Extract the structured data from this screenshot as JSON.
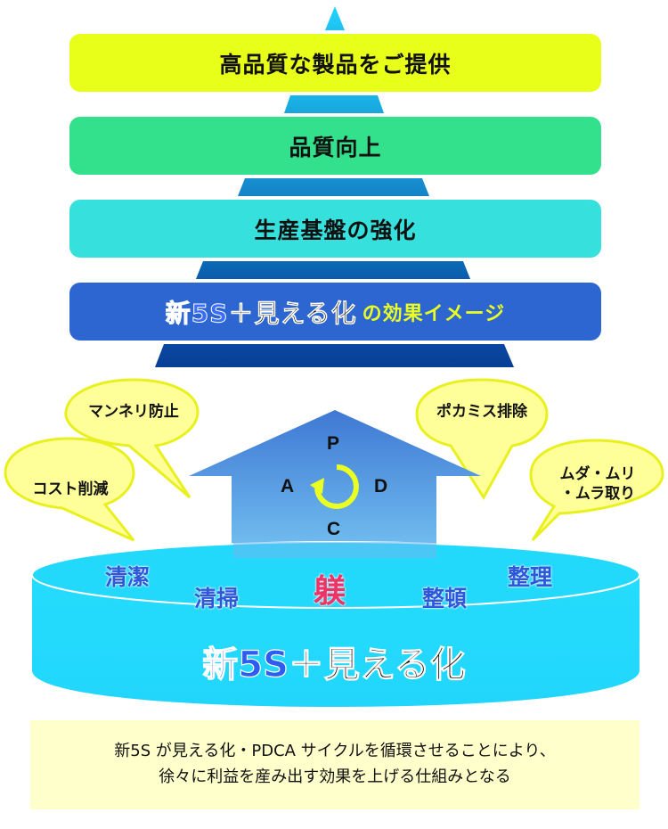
{
  "pyramid": {
    "tiers": [
      {
        "label": "高品質な製品をご提供",
        "color": "#e8ff1a"
      },
      {
        "label": "品質向上",
        "color": "#33e08c"
      },
      {
        "label": "生産基盤の強化",
        "color": "#36e0dc"
      }
    ],
    "base_tier": {
      "part1": "新5S",
      "part2": "＋見える化",
      "part3": "の効果イメージ",
      "color": "#2d66d0",
      "accent_yellow": "#eaff22",
      "accent_blue": "#3a6cff"
    }
  },
  "house": {
    "pdca": {
      "p": "P",
      "d": "D",
      "c": "C",
      "a": "A"
    },
    "cycle_icon": "clockwise-arrow-icon"
  },
  "bubbles": {
    "left_top": "マンネリ防止",
    "left_bottom": "コスト削減",
    "right_top": "ポカミス排除",
    "right_bottom_line1": "ムダ・ムリ",
    "right_bottom_line2": "・ムラ取り"
  },
  "disk": {
    "words": {
      "seiketsu": "清潔",
      "seisou": "清掃",
      "shitsuke": "躾",
      "seiton": "整頓",
      "seiri": "整理"
    },
    "title_part1": "新5S",
    "title_part2": "＋見える化",
    "color": "#22d9fc"
  },
  "note": {
    "line1": "新5S が見える化・PDCA サイクルを循環させることにより、",
    "line2": "徐々に利益を産み出す効果を上げる仕組みとなる"
  }
}
